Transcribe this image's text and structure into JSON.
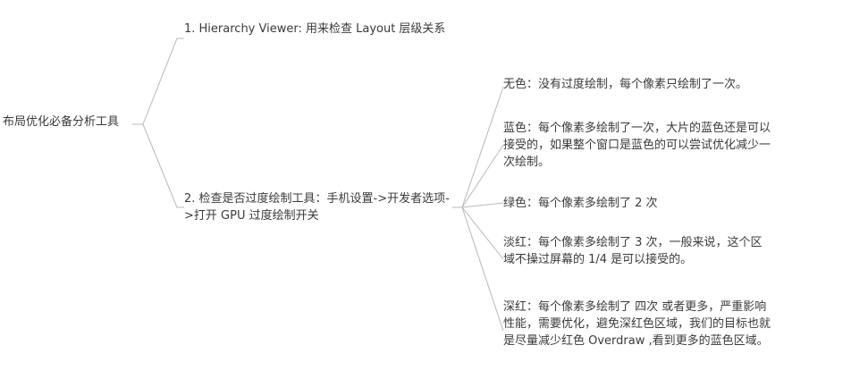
{
  "root": {
    "label": "布局优化必备分析工具"
  },
  "branches": [
    {
      "label": "1. Hierarchy Viewer: 用来检查 Layout 层级关系"
    },
    {
      "label": "2. 检查是否过度绘制工具：手机设置->开发者选项->打开 GPU 过度绘制开关"
    }
  ],
  "overdraw_levels": [
    {
      "label": "无色：没有过度绘制，每个像素只绘制了一次。"
    },
    {
      "label": "蓝色：每个像素多绘制了一次，大片的蓝色还是可以接受的，如果整个窗口是蓝色的可以尝试优化减少一次绘制。"
    },
    {
      "label": "绿色：每个像素多绘制了 2 次"
    },
    {
      "label": "淡红：每个像素多绘制了 3 次，一般来说，这个区域不操过屏幕的 1/4 是可以接受的。"
    },
    {
      "label": "深红：每个像素多绘制了 四次 或者更多，严重影响性能，需要优化，避免深红色区域，我们的目标也就是尽量减少红色 Overdraw ,看到更多的蓝色区域。"
    }
  ],
  "colors": {
    "text": "#3a3a3a",
    "connector": "#b9b9b9",
    "background": "#ffffff"
  }
}
